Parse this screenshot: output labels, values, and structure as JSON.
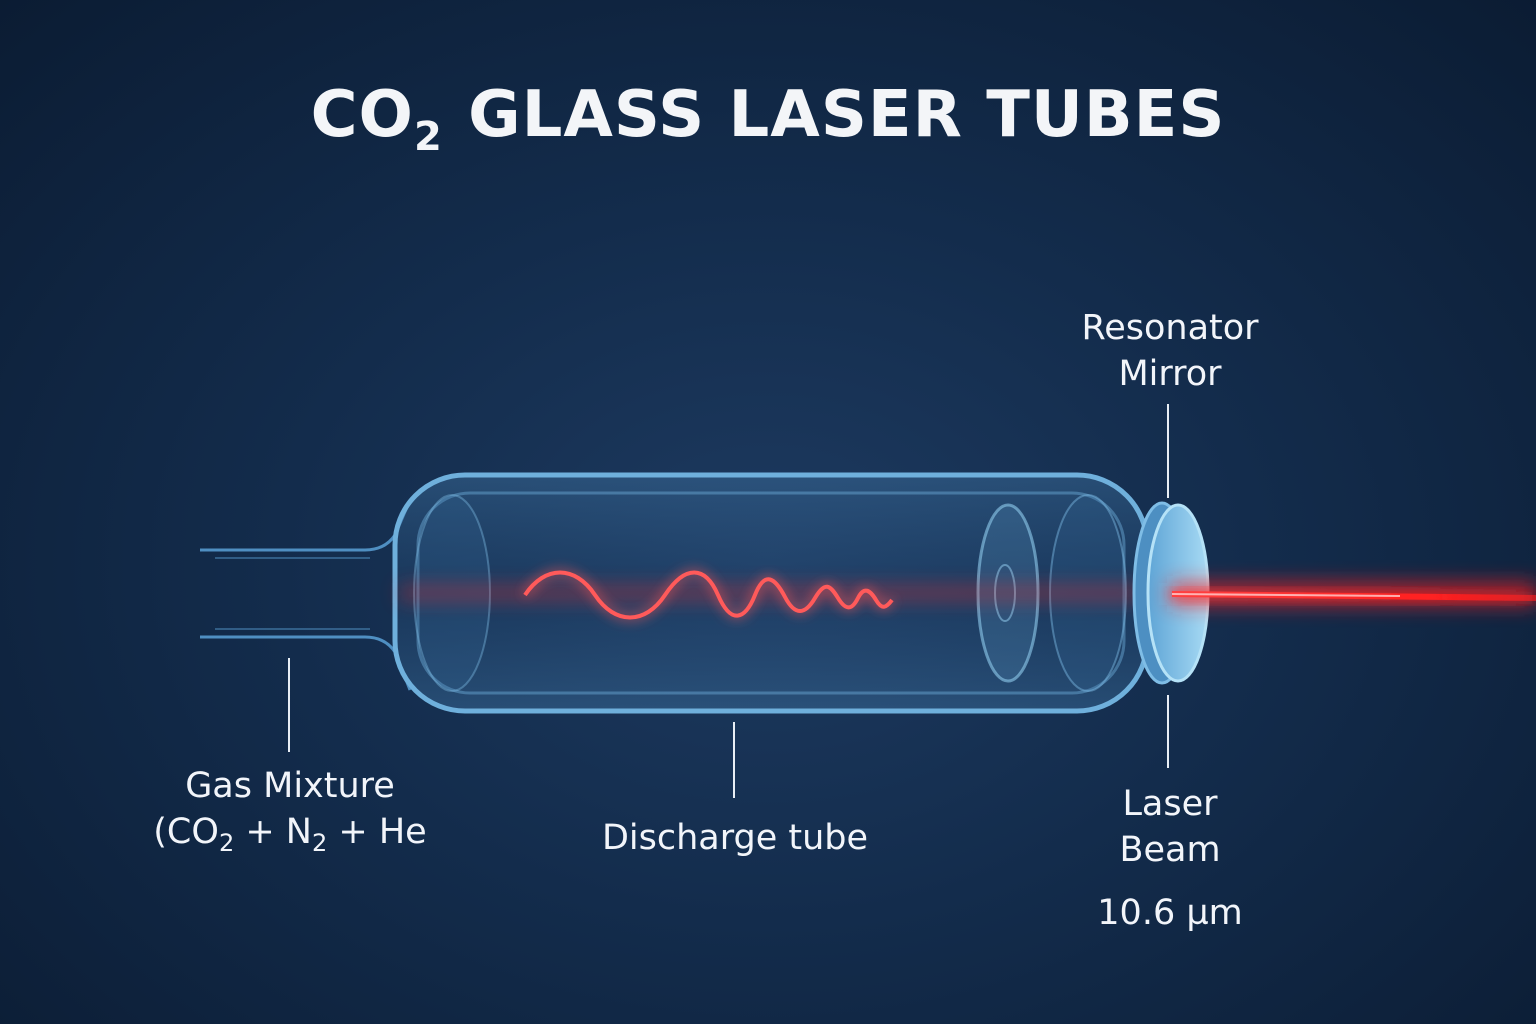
{
  "title": {
    "prefix": "CO",
    "subscript": "2",
    "rest": "GLASS LASER TUBES"
  },
  "labels": {
    "resonator_line1": "Resonator",
    "resonator_line2": "Mirror",
    "gas_line1": "Gas Mixture",
    "gas_open": "(CO",
    "gas_sub1": "2",
    "gas_plus1": " + N",
    "gas_sub2": "2",
    "gas_plus2": " + He",
    "discharge": "Discharge tube",
    "beam_line1": "Laser",
    "beam_line2": "Beam",
    "wavelength": "10.6 µm"
  },
  "colors": {
    "background": "#132c4c",
    "tube_outline": "#6fb0dc",
    "laser": "#ff2b2b",
    "mirror": "#8fcbed",
    "text": "#f2f5fa"
  }
}
